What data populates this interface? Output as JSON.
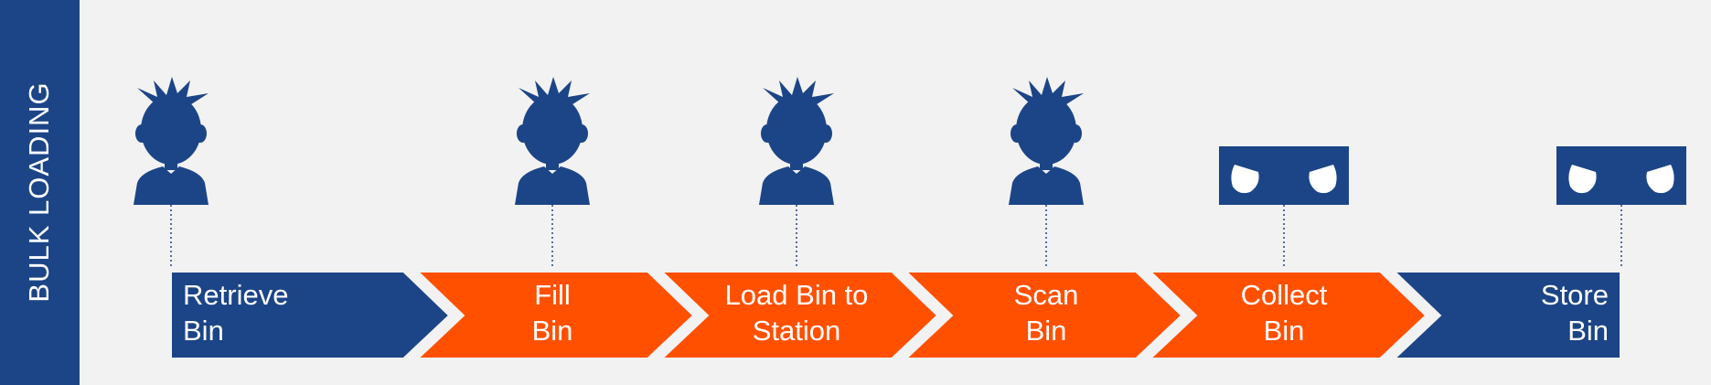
{
  "side_label": "BULK LOADING",
  "colors": {
    "navy": "#1c4587",
    "orange": "#ff5000",
    "background": "#f2f2f2",
    "text": "#ffffff"
  },
  "steps": [
    {
      "line1": "Retrieve",
      "line2": "Bin",
      "color": "navy",
      "actor": "person-icon",
      "align": "left"
    },
    {
      "line1": "Fill",
      "line2": "Bin",
      "color": "orange",
      "actor": "person-icon",
      "align": "center"
    },
    {
      "line1": "Load Bin to",
      "line2": "Station",
      "color": "orange",
      "actor": "person-icon",
      "align": "center"
    },
    {
      "line1": "Scan",
      "line2": "Bin",
      "color": "orange",
      "actor": "person-icon",
      "align": "center"
    },
    {
      "line1": "Collect",
      "line2": "Bin",
      "color": "orange",
      "actor": "robot-eyes-icon",
      "align": "center"
    },
    {
      "line1": "Store",
      "line2": "Bin",
      "color": "navy",
      "actor": "robot-eyes-icon",
      "align": "right"
    }
  ]
}
